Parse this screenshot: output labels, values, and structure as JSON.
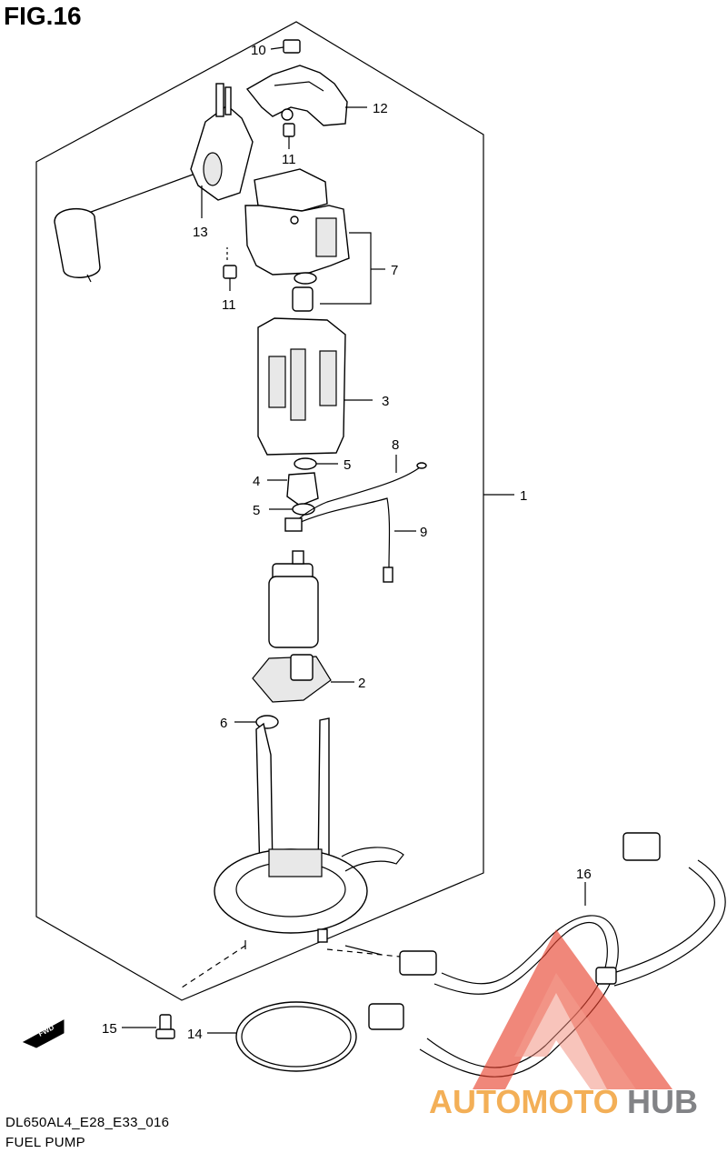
{
  "figure": {
    "title": "FIG.16",
    "code": "DL650AL4_E28_E33_016",
    "name": "FUEL PUMP"
  },
  "callouts": [
    {
      "id": "c1",
      "label": "1"
    },
    {
      "id": "c2",
      "label": "2"
    },
    {
      "id": "c3",
      "label": "3"
    },
    {
      "id": "c4",
      "label": "4"
    },
    {
      "id": "c5a",
      "label": "5"
    },
    {
      "id": "c5b",
      "label": "5"
    },
    {
      "id": "c6",
      "label": "6"
    },
    {
      "id": "c7",
      "label": "7"
    },
    {
      "id": "c8",
      "label": "8"
    },
    {
      "id": "c9",
      "label": "9"
    },
    {
      "id": "c10",
      "label": "10"
    },
    {
      "id": "c11a",
      "label": "11"
    },
    {
      "id": "c11b",
      "label": "11"
    },
    {
      "id": "c12",
      "label": "12"
    },
    {
      "id": "c13",
      "label": "13"
    },
    {
      "id": "c14",
      "label": "14"
    },
    {
      "id": "c15",
      "label": "15"
    },
    {
      "id": "c16",
      "label": "16"
    }
  ],
  "fwd_badge": "FWD",
  "watermark": {
    "part1": "AUTOMOTO",
    "part2": "HUB",
    "color1": "#f2a23a",
    "color2": "#6d6e71",
    "triangle_color": "#e8432f"
  }
}
